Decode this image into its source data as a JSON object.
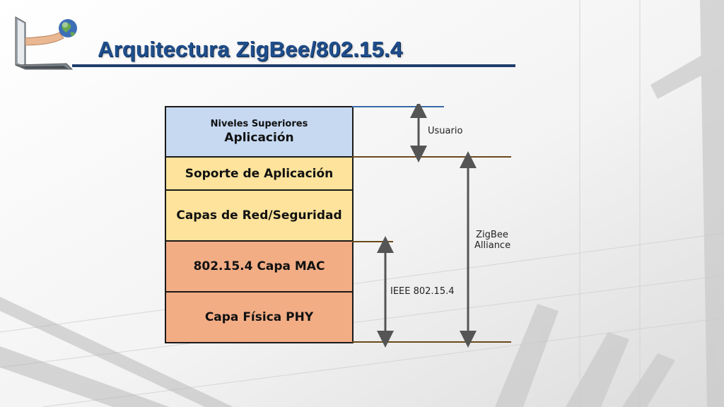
{
  "slide": {
    "title": "Arquitectura ZigBee/802.15.4"
  },
  "diagram": {
    "layers": [
      {
        "sub": "Niveles Superiores",
        "label": "Aplicación"
      },
      {
        "label": "Soporte de Aplicación"
      },
      {
        "label": "Capas de Red/Seguridad"
      },
      {
        "label": "802.15.4 Capa MAC"
      },
      {
        "label": "Capa Física PHY"
      }
    ],
    "brackets": {
      "usuario": "Usuario",
      "zigbee_line1": "ZigBee",
      "zigbee_line2": "Alliance",
      "ieee": "IEEE 802.15.4"
    },
    "colors": {
      "top_layer": "#c6d9f1",
      "middle_layers": "#fde39b",
      "bottom_layers": "#f2ad85",
      "title": "#1f4e8c"
    }
  }
}
